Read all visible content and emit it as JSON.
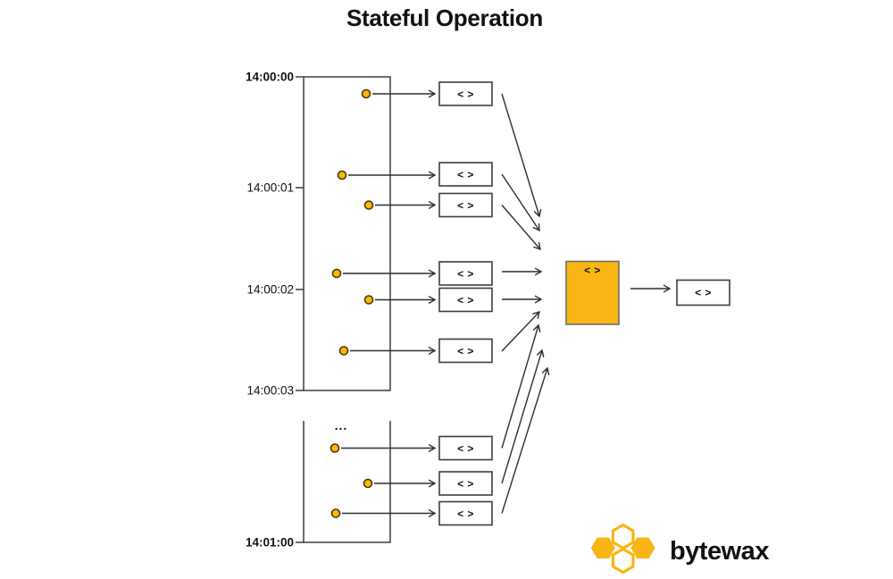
{
  "title": "Stateful Operation",
  "symbols": {
    "item": "< >",
    "ellipsis": "..."
  },
  "timeline": {
    "ticks": [
      {
        "label": "14:00:00",
        "emphasis": true
      },
      {
        "label": "14:00:01",
        "emphasis": false
      },
      {
        "label": "14:00:02",
        "emphasis": false
      },
      {
        "label": "14:00:03",
        "emphasis": false
      },
      {
        "label": "14:01:00",
        "emphasis": true
      }
    ],
    "windows": [
      {
        "from": "14:00:00",
        "to": "14:00:03",
        "event_count": 6
      },
      {
        "from": "...",
        "to": "14:01:00",
        "event_count": 3
      }
    ]
  },
  "items": {
    "input_box_count": 9,
    "operator_label": "< >",
    "output_label": "< >"
  },
  "logo": {
    "wordmark": "bytewax"
  },
  "colors": {
    "background": "#ffffff",
    "accent_yellow": "#F9B513",
    "dot_fill": "#FFB60E",
    "dot_stroke": "#4A3A00",
    "line": "#2E2E2E",
    "box_border": "#3D3D3D",
    "operator_border": "#6E6E6E",
    "text": "#111111"
  }
}
